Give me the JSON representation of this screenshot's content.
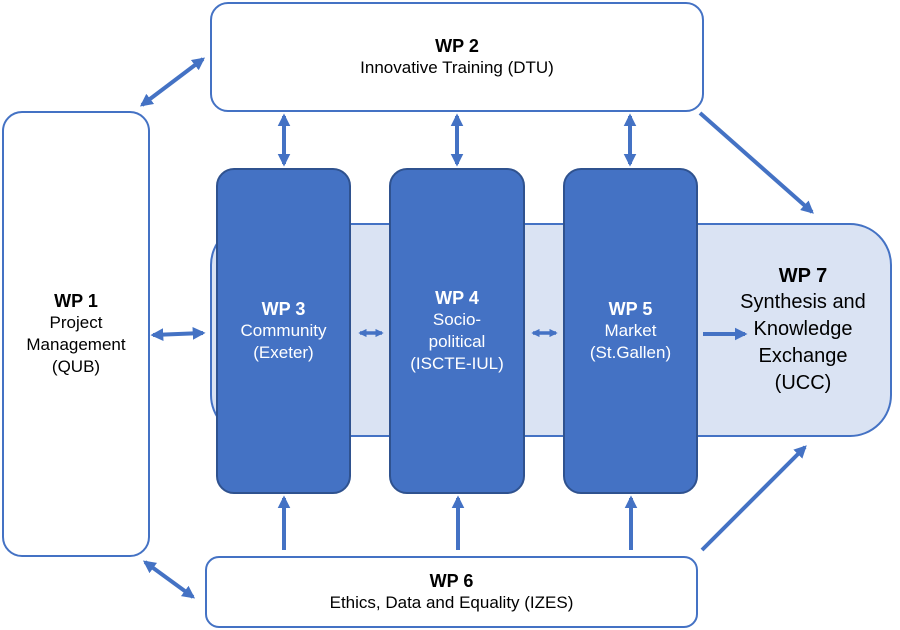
{
  "colors": {
    "accent": "#4472c4",
    "accent_dark": "#2f528f",
    "pale_fill": "#dae3f3",
    "outline_fill": "#ffffff"
  },
  "wp1": {
    "id": "WP 1",
    "lines": [
      "Project",
      "Management",
      "(QUB)"
    ]
  },
  "wp2": {
    "id": "WP 2",
    "lines": [
      "Innovative Training (DTU)"
    ]
  },
  "wp3": {
    "id": "WP 3",
    "lines": [
      "Community",
      "(Exeter)"
    ]
  },
  "wp4": {
    "id": "WP 4",
    "lines": [
      "Socio-",
      "political",
      "(ISCTE-IUL)"
    ]
  },
  "wp5": {
    "id": "WP 5",
    "lines": [
      "Market",
      "(St.Gallen)"
    ]
  },
  "wp6": {
    "id": "WP 6",
    "lines": [
      "Ethics, Data and Equality (IZES)"
    ]
  },
  "wp7": {
    "id": "WP 7",
    "lines": [
      "Synthesis and",
      "Knowledge",
      "Exchange",
      "(UCC)"
    ]
  }
}
